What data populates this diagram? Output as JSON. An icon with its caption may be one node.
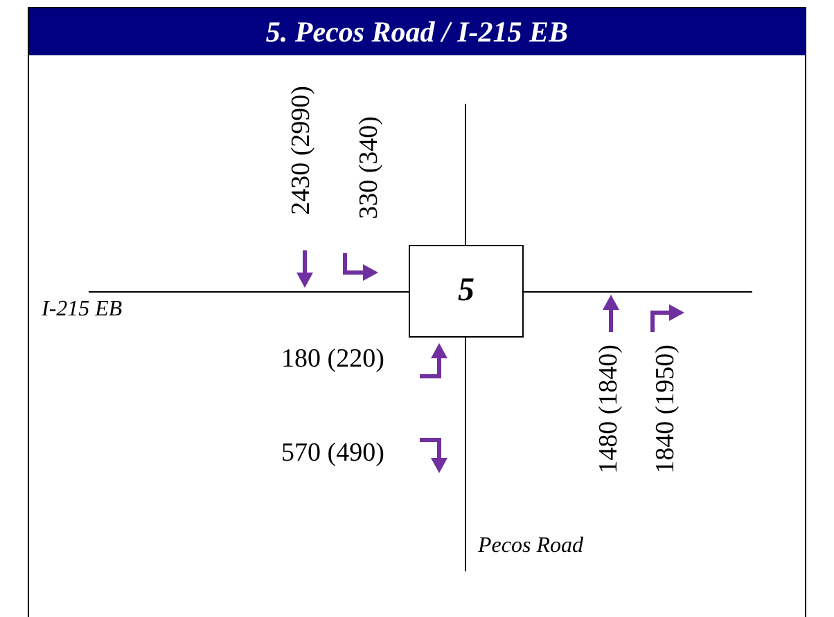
{
  "diagram": {
    "title": "5. Pecos Road / I-215 EB",
    "nodes": [
      {
        "text": [
          "5"
        ]
      }
    ],
    "labels": [
      "2430 (2990)",
      "330 (340)",
      "I-215 EB",
      "180 (220)",
      "570 (490)",
      "1480 (1840)",
      "1840 (1950)",
      "Pecos Road"
    ]
  }
}
